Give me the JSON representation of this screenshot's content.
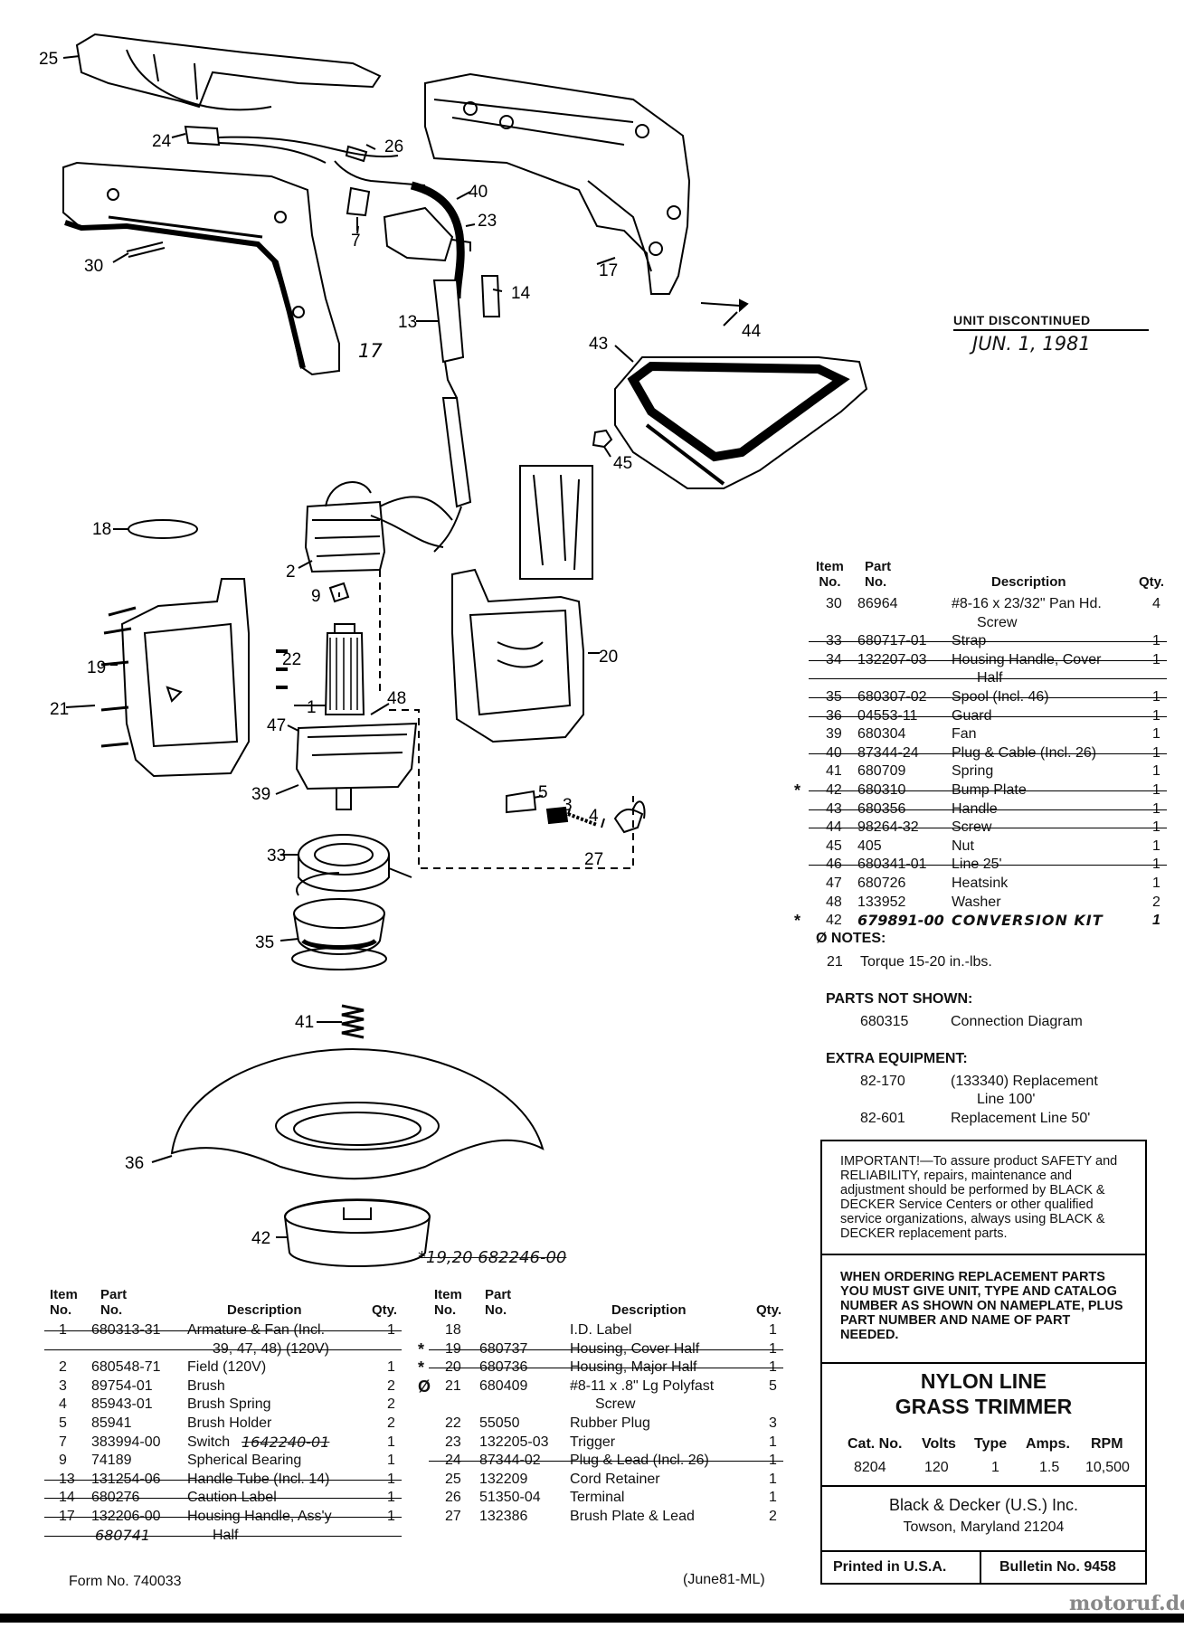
{
  "callouts": [
    "25",
    "24",
    "26",
    "30",
    "7",
    "40",
    "23",
    "17",
    "14",
    "13",
    "17",
    "44",
    "43",
    "45",
    "18",
    "2",
    "9",
    "22",
    "19",
    "21",
    "20",
    "1",
    "48",
    "47",
    "39",
    "5",
    "3",
    "4",
    "27",
    "33",
    "35",
    "41",
    "36",
    "42"
  ],
  "stamp": {
    "line1": "UNIT DISCONTINUED",
    "date": "JUN. 1, 1981"
  },
  "kit_note": "*19,20  682246-00",
  "left_table": {
    "headers": {
      "item": "Item\nNo.",
      "part": "Part\nNo.",
      "desc": "Description",
      "qty": "Qty."
    },
    "rows": [
      {
        "item": "1",
        "part": "680313-31",
        "desc": "Armature & Fan (Incl.",
        "cont": "39, 47, 48) (120V)",
        "qty": "1",
        "struck": true
      },
      {
        "item": "2",
        "part": "680548-71",
        "desc": "Field (120V)",
        "qty": "1"
      },
      {
        "item": "3",
        "part": "89754-01",
        "desc": "Brush",
        "qty": "2"
      },
      {
        "item": "4",
        "part": "85943-01",
        "desc": "Brush Spring",
        "qty": "2"
      },
      {
        "item": "5",
        "part": "85941",
        "desc": "Brush Holder",
        "qty": "2"
      },
      {
        "item": "7",
        "part": "383994-00",
        "desc": "Switch",
        "desc_note": "1642240-01",
        "qty": "1"
      },
      {
        "item": "9",
        "part": "74189",
        "desc": "Spherical Bearing",
        "qty": "1"
      },
      {
        "item": "13",
        "part": "131254-06",
        "desc": "Handle Tube (Incl. 14)",
        "qty": "1",
        "struck": true
      },
      {
        "item": "14",
        "part": "680276",
        "desc": "Caution Label",
        "qty": "1",
        "struck": true
      },
      {
        "item": "17",
        "part": "132206-00",
        "desc": "Housing Handle, Ass'y",
        "cont": "Half",
        "part2": "680741",
        "qty": "1",
        "struck": true
      }
    ]
  },
  "mid_table": {
    "headers": {
      "item": "Item\nNo.",
      "part": "Part\nNo.",
      "desc": "Description",
      "qty": "Qty."
    },
    "rows": [
      {
        "item": "18",
        "part": "",
        "desc": "I.D. Label",
        "qty": "1"
      },
      {
        "item": "19",
        "part": "680737",
        "desc": "Housing, Cover Half",
        "qty": "1",
        "struck": true,
        "mark": "*"
      },
      {
        "item": "20",
        "part": "680736",
        "desc": "Housing, Major Half",
        "qty": "1",
        "struck": true,
        "mark": "*"
      },
      {
        "item": "21",
        "part": "680409",
        "desc": "#8-11 x .8\" Lg Polyfast",
        "cont": "Screw",
        "qty": "5",
        "mark": "Ø"
      },
      {
        "item": "22",
        "part": "55050",
        "desc": "Rubber Plug",
        "qty": "3"
      },
      {
        "item": "23",
        "part": "132205-03",
        "desc": "Trigger",
        "qty": "1"
      },
      {
        "item": "24",
        "part": "87344-02",
        "desc": "Plug & Lead (Incl. 26)",
        "qty": "1",
        "struck": true
      },
      {
        "item": "25",
        "part": "132209",
        "desc": "Cord Retainer",
        "qty": "1"
      },
      {
        "item": "26",
        "part": "51350-04",
        "desc": "Terminal",
        "qty": "1"
      },
      {
        "item": "27",
        "part": "132386",
        "desc": "Brush Plate & Lead",
        "qty": "2"
      }
    ]
  },
  "right_table": {
    "headers": {
      "item": "Item\nNo.",
      "part": "Part\nNo.",
      "desc": "Description",
      "qty": "Qty."
    },
    "rows": [
      {
        "item": "30",
        "part": "86964",
        "desc": "#8-16 x 23/32\" Pan Hd.",
        "cont": "Screw",
        "qty": "4"
      },
      {
        "item": "33",
        "part": "680717-01",
        "desc": "Strap",
        "qty": "1",
        "struck": true
      },
      {
        "item": "34",
        "part": "132207-03",
        "desc": "Housing Handle, Cover",
        "cont": "Half",
        "qty": "1",
        "struck": true
      },
      {
        "item": "35",
        "part": "680307-02",
        "desc": "Spool (Incl. 46)",
        "qty": "1",
        "struck": true
      },
      {
        "item": "36",
        "part": "04553-11",
        "desc": "Guard",
        "qty": "1",
        "struck": true
      },
      {
        "item": "39",
        "part": "680304",
        "desc": "Fan",
        "qty": "1"
      },
      {
        "item": "40",
        "part": "87344-24",
        "desc": "Plug & Cable (Incl. 26)",
        "qty": "1",
        "struck": true
      },
      {
        "item": "41",
        "part": "680709",
        "desc": "Spring",
        "qty": "1"
      },
      {
        "item": "42",
        "part": "680310",
        "desc": "Bump Plate",
        "qty": "1",
        "struck": true,
        "mark": "*"
      },
      {
        "item": "43",
        "part": "680356",
        "desc": "Handle",
        "qty": "1",
        "struck": true
      },
      {
        "item": "44",
        "part": "98264-32",
        "desc": "Screw",
        "qty": "1",
        "struck": true
      },
      {
        "item": "45",
        "part": "405",
        "desc": "Nut",
        "qty": "1"
      },
      {
        "item": "46",
        "part": "680341-01",
        "desc": "Line 25'",
        "qty": "1",
        "struck": true
      },
      {
        "item": "47",
        "part": "680726",
        "desc": "Heatsink",
        "qty": "1"
      },
      {
        "item": "48",
        "part": "133952",
        "desc": "Washer",
        "qty": "2"
      },
      {
        "item": "42",
        "part": "679891-00",
        "desc": "CONVERSION KIT",
        "qty": "1",
        "mark": "*",
        "handwritten": true
      }
    ]
  },
  "notes": {
    "heading": "Ø NOTES:",
    "items": [
      {
        "num": "21",
        "text": "Torque 15-20 in.-lbs."
      }
    ]
  },
  "parts_not_shown": {
    "heading": "PARTS NOT SHOWN:",
    "items": [
      {
        "num": "680315",
        "text": "Connection Diagram"
      }
    ]
  },
  "extra_equipment": {
    "heading": "EXTRA EQUIPMENT:",
    "items": [
      {
        "num": "82-170",
        "text": "(133340) Replacement",
        "cont": "Line 100'"
      },
      {
        "num": "82-601",
        "text": "Replacement Line 50'"
      }
    ]
  },
  "important": "IMPORTANT!—To assure product SAFETY and RELIABILITY, repairs, maintenance and adjustment should be performed by BLACK & DECKER Service Centers or other qualified service organizations, always using BLACK & DECKER replacement parts.",
  "ordering": "WHEN ORDERING REPLACEMENT PARTS YOU MUST GIVE UNIT, TYPE AND CATALOG NUMBER AS SHOWN ON NAMEPLATE, PLUS PART NUMBER AND NAME OF PART NEEDED.",
  "product": {
    "line1": "NYLON LINE",
    "line2": "GRASS TRIMMER"
  },
  "specs": {
    "headers": [
      "Cat. No.",
      "Volts",
      "Type",
      "Amps.",
      "RPM"
    ],
    "values": [
      "8204",
      "120",
      "1",
      "1.5",
      "10,500"
    ]
  },
  "company": {
    "name": "Black & Decker (U.S.) Inc.",
    "address": "Towson, Maryland 21204"
  },
  "printed": "Printed in U.S.A.",
  "bulletin": "Bulletin No. 9458",
  "form_no": "Form No. 740033",
  "date_code": "(June81-ML)",
  "watermark": "motoruf.de"
}
